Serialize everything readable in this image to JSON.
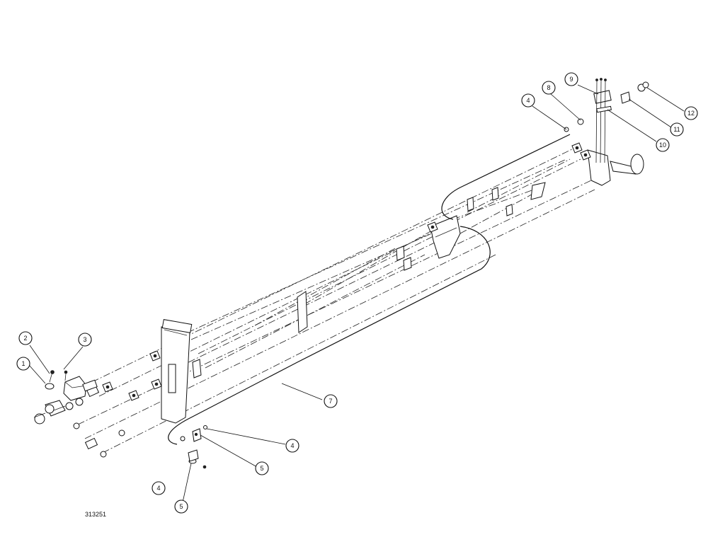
{
  "diagram": {
    "drawing_number": "313251",
    "callouts": [
      "1",
      "2",
      "3",
      "4",
      "4",
      "4",
      "5",
      "5",
      "7",
      "8",
      "9",
      "10",
      "11",
      "12"
    ]
  }
}
